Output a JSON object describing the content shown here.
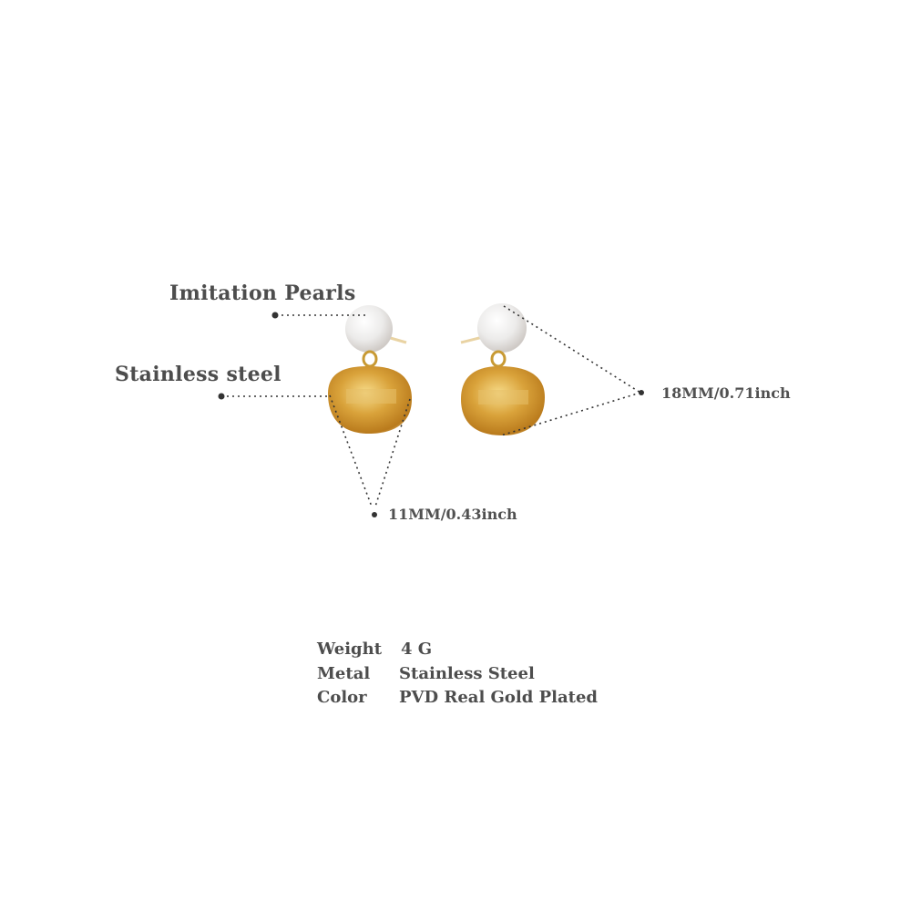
{
  "callouts": {
    "pearl_label": "Imitation Pearls",
    "steel_label": "Stainless steel",
    "length_label": "18MM/0.71inch",
    "width_label": "11MM/0.43inch"
  },
  "specs": [
    {
      "key": "Weight",
      "value": "4 G"
    },
    {
      "key": "Metal",
      "value": "Stainless Steel"
    },
    {
      "key": "Color",
      "value": "PVD Real Gold Plated"
    }
  ],
  "colors": {
    "gold": "#c8912a",
    "gold_highlight": "#f3d27a",
    "pearl": "#f2f0ee",
    "text": "#4d4d4d",
    "dotted_line": "#333333"
  }
}
